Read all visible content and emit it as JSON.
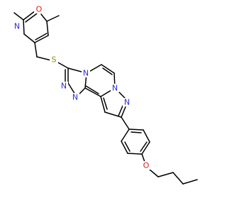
{
  "colors": {
    "background": "#ffffff",
    "bond": "#000000",
    "nitrogen": "#2a2ae0",
    "oxygen": "#e01b1b",
    "sulfur": "#9a8a00"
  },
  "atoms": {
    "isox_N": "N",
    "isox_O": "O",
    "thio_S": "S",
    "tz_N1": "N",
    "tz_N2": "N",
    "tz_N3": "N",
    "pz_N1": "N",
    "pz_N2": "N",
    "ether_O": "O"
  }
}
